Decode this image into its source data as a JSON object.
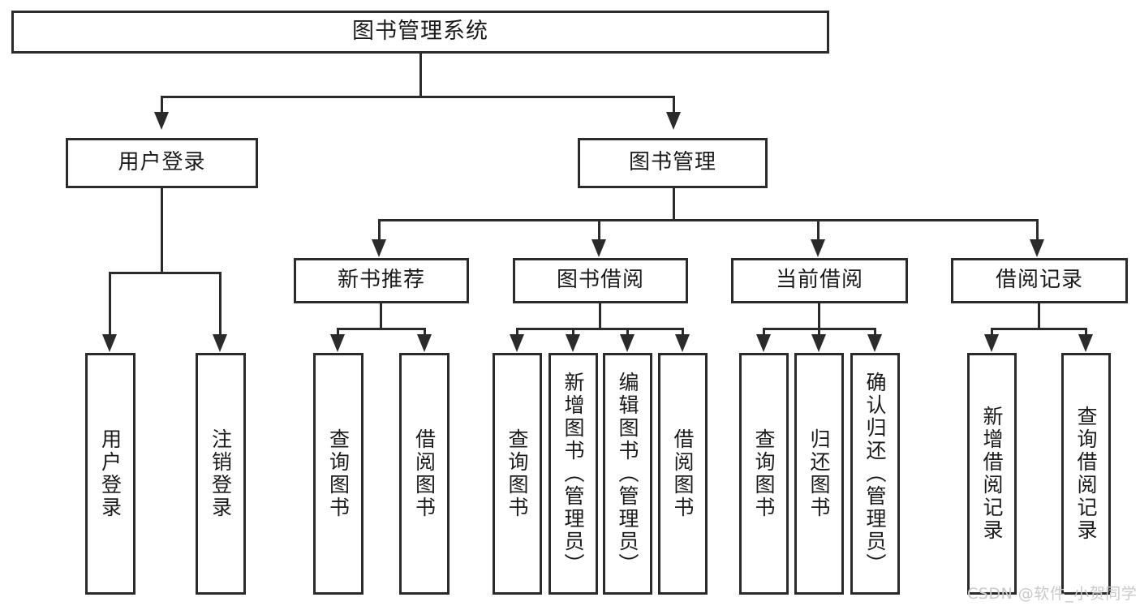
{
  "diagram": {
    "title": "图书管理系统",
    "type": "functional-structure-tree",
    "root": {
      "id": "root",
      "label": "图书管理系统"
    },
    "level2": [
      {
        "id": "user-login",
        "label": "用户登录"
      },
      {
        "id": "book-management",
        "label": "图书管理"
      }
    ],
    "level3": [
      {
        "id": "new-book-recommend",
        "label": "新书推荐",
        "parent": "book-management"
      },
      {
        "id": "book-borrow",
        "label": "图书借阅",
        "parent": "book-management"
      },
      {
        "id": "current-borrow",
        "label": "当前借阅",
        "parent": "book-management"
      },
      {
        "id": "borrow-record",
        "label": "借阅记录",
        "parent": "book-management"
      }
    ],
    "leaves": {
      "user_login": [
        {
          "id": "leaf-user-login",
          "label": "用户登录"
        },
        {
          "id": "leaf-logout",
          "label": "注销登录"
        }
      ],
      "new_book_recommend": [
        {
          "id": "leaf-query-book-1",
          "label": "查询图书"
        },
        {
          "id": "leaf-borrow-book-1",
          "label": "借阅图书"
        }
      ],
      "book_borrow": [
        {
          "id": "leaf-query-book-2",
          "label": "查询图书"
        },
        {
          "id": "leaf-add-book",
          "label": "新增图书（管理员）"
        },
        {
          "id": "leaf-edit-book",
          "label": "编辑图书（管理员）"
        },
        {
          "id": "leaf-borrow-book-2",
          "label": "借阅图书"
        }
      ],
      "current_borrow": [
        {
          "id": "leaf-query-book-3",
          "label": "查询图书"
        },
        {
          "id": "leaf-return-book",
          "label": "归还图书"
        },
        {
          "id": "leaf-confirm-return",
          "label": "确认归还（管理员）"
        }
      ],
      "borrow_record": [
        {
          "id": "leaf-add-record",
          "label": "新增借阅记录"
        },
        {
          "id": "leaf-query-record",
          "label": "查询借阅记录"
        }
      ]
    }
  },
  "watermark": {
    "text": "CSDN @软件_小贺同学"
  },
  "colors": {
    "stroke": "#2b2b2b",
    "background": "#ffffff",
    "text": "#1a1a1a",
    "watermark": "#c9c9c9"
  }
}
